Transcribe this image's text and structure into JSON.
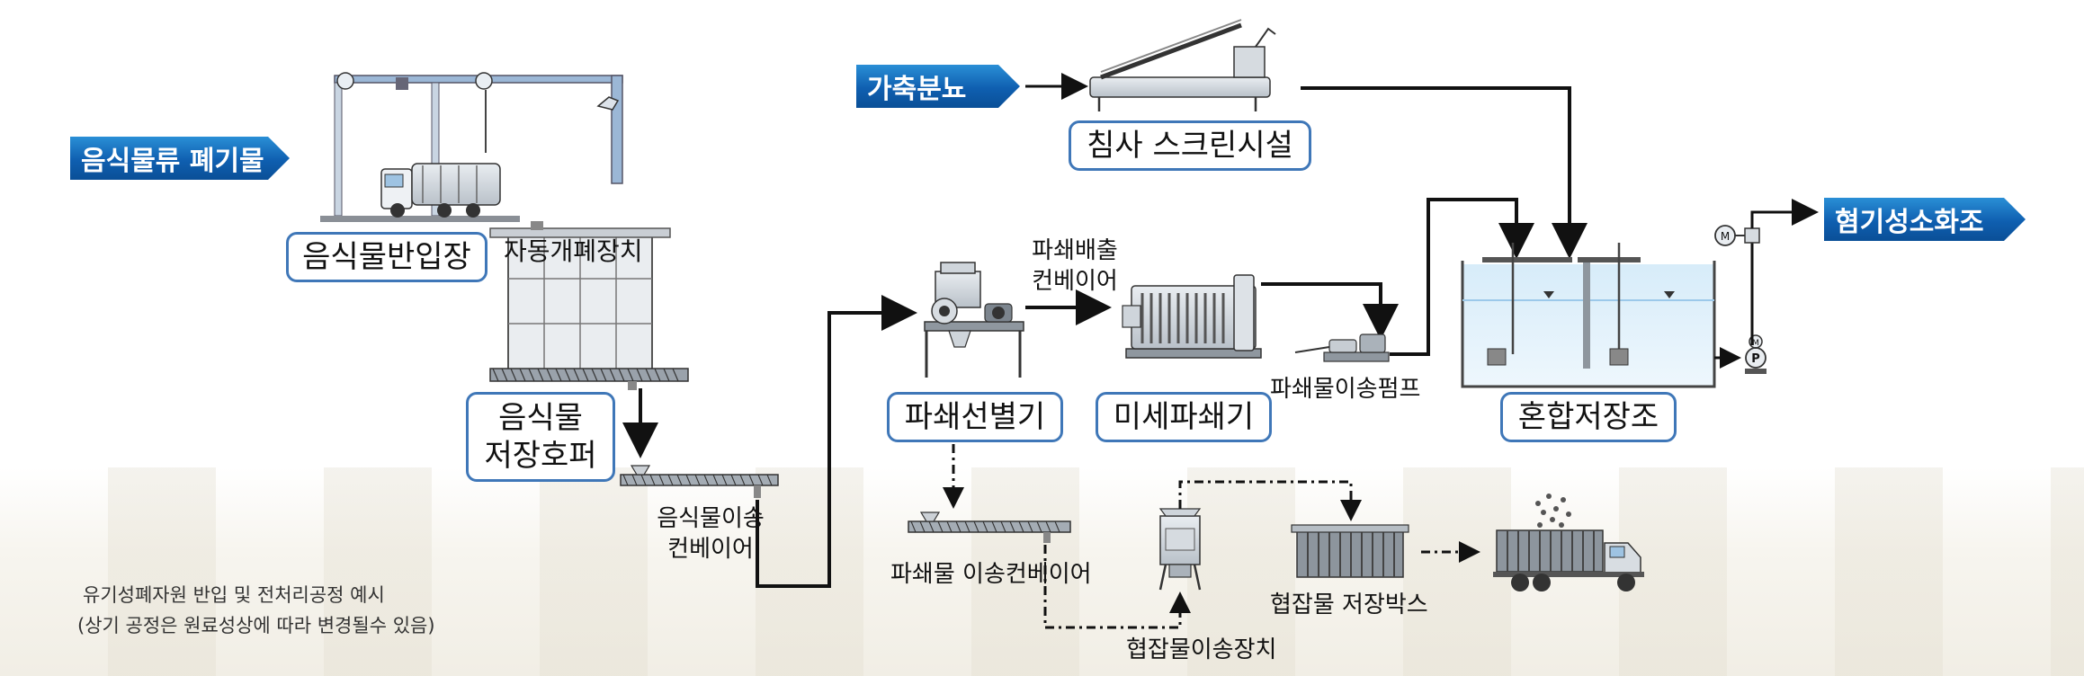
{
  "tags": {
    "food_waste": "음식물류 폐기물",
    "livestock": "가축분뇨",
    "anaerobic": "혐기성소화조"
  },
  "boxes": {
    "receiving": "음식물반입장",
    "hopper_line1": "음식물",
    "hopper_line2": "저장호퍼",
    "screen": "침사 스크린시설",
    "crusher": "파쇄선별기",
    "fine_crusher": "미세파쇄기",
    "mixing_tank": "혼합저장조"
  },
  "labels": {
    "auto_door": "자동개폐장치",
    "food_conveyor_1": "음식물이송",
    "food_conveyor_2": "컨베이어",
    "crush_discharge_1": "파쇄배출",
    "crush_discharge_2": "컨베이어",
    "crushed_pump": "파쇄물이송펌프",
    "crushed_conveyor": "파쇄물 이송컨베이어",
    "impurity_transfer": "협잡물이송장치",
    "impurity_box": "협잡물 저장박스",
    "pump_m": "M",
    "pump_p": "P",
    "pump_m2": "M"
  },
  "notes": {
    "line1": "유기성폐자원 반입 및 전처리공정 예시",
    "line2": "(상기 공정은 원료성상에 따라 변경될수 있음)"
  },
  "colors": {
    "box_border": "#3f77b8",
    "tag_fill": "#0f5fb0",
    "water": "#bfe0f5",
    "line": "#111111"
  }
}
